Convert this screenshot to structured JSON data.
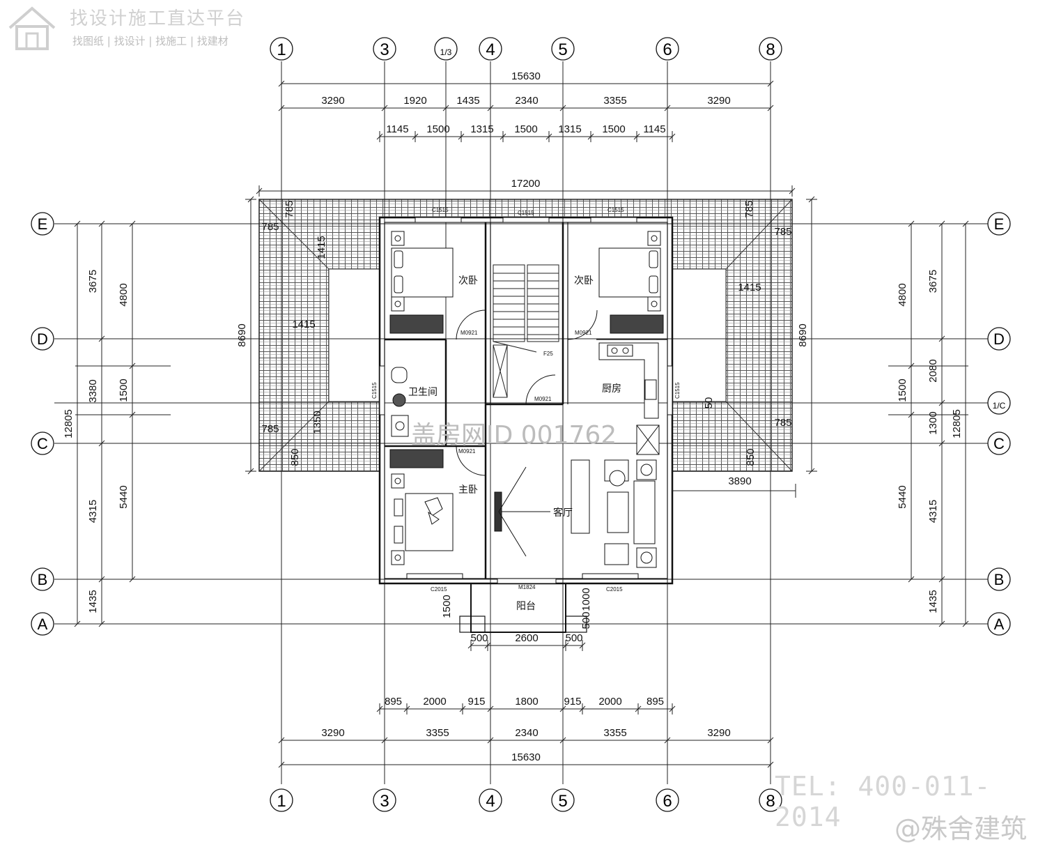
{
  "watermark": {
    "title": "找设计施工直达平台",
    "subtitle": "找图纸 | 找设计 | 找施工 | 找建材",
    "mid": "盖房网ID 001762",
    "tel": "TEL: 400-011-2014",
    "brand": "@殊舍建筑"
  },
  "axes": {
    "vertical": [
      "1",
      "3",
      "1/3",
      "4",
      "5",
      "6",
      "8"
    ],
    "horizontal": [
      "E",
      "D",
      "1/C",
      "C",
      "B",
      "A"
    ]
  },
  "dims": {
    "top_total": "15630",
    "top_seg": [
      "3290",
      "1920",
      "1435",
      "2340",
      "3355",
      "3290"
    ],
    "top_win": [
      "1145",
      "1500",
      "1315",
      "1500",
      "1315",
      "1500",
      "1145"
    ],
    "roof_width": "17200",
    "bottom_win": [
      "895",
      "2000",
      "915",
      "1800",
      "915",
      "2000",
      "895"
    ],
    "bottom_seg": [
      "3290",
      "3355",
      "2340",
      "3355",
      "3290"
    ],
    "bottom_total": "15630",
    "balcony": [
      "500",
      "2600",
      "500"
    ],
    "left_a": [
      "3675",
      "3380",
      "4315",
      "1435"
    ],
    "left_b": [
      "4800",
      "1500",
      "5440"
    ],
    "left_total": "12805",
    "right_a": [
      "3675",
      "2080",
      "1300",
      "4315",
      "1435"
    ],
    "right_b": [
      "4800",
      "1500",
      "5440"
    ],
    "right_total": "12805",
    "roof_depth": "8690",
    "roof_small": [
      "785",
      "785",
      "1415",
      "1415",
      "785",
      "1350",
      "850",
      "785",
      "785",
      "1415",
      "850",
      "785",
      "50",
      "3890",
      "1500",
      "1000",
      "500"
    ]
  },
  "rooms": {
    "bed2_left": "次卧",
    "bed2_right": "次卧",
    "bath": "卫生间",
    "kitchen": "厨房",
    "master": "主卧",
    "living": "客厅",
    "balcony": "阳台"
  },
  "tags": {
    "c1515": "C1515",
    "m0921": "M0921",
    "c2015": "C2015",
    "m1824": "M1824",
    "f25": "F25"
  }
}
